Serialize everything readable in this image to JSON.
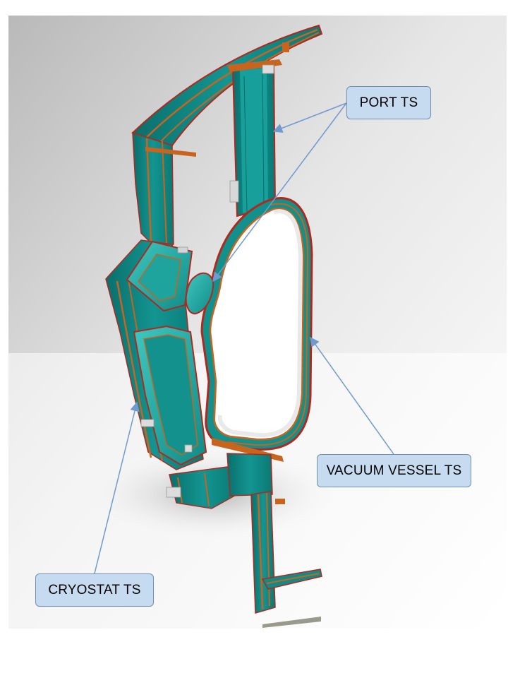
{
  "labels": {
    "port_ts": "PORT TS",
    "vacuum_vessel_ts": "VACUUM VESSEL TS",
    "cryostat_ts": "CRYOSTAT TS"
  },
  "colors": {
    "shield_teal": "#0e8a86",
    "shield_teal_light": "#2bb3ad",
    "seam_orange": "#c8641e",
    "edge_red": "#b0281e",
    "callout_fill": "#c6dbf0",
    "callout_border": "#6f8fb5",
    "arrow": "#6f9ad0"
  }
}
